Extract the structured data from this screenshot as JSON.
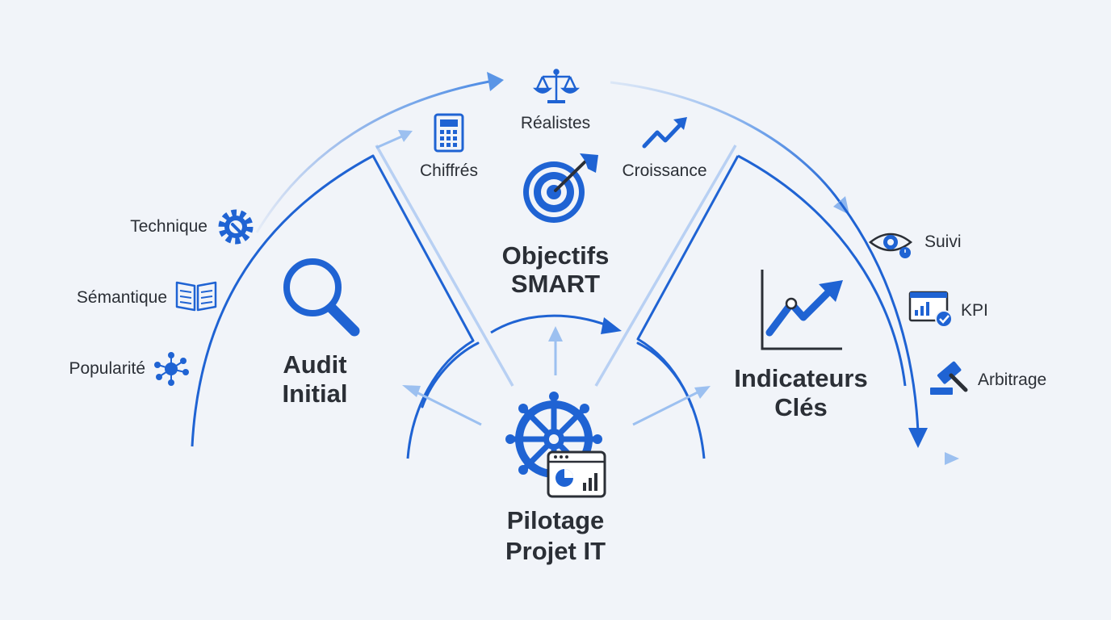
{
  "colors": {
    "background": "#f1f4f9",
    "primary_blue": "#1f63d3",
    "light_blue": "#9cc0f0",
    "text_dark": "#2b2f36"
  },
  "sections": {
    "audit": {
      "title_lines": [
        "Audit",
        "Initial"
      ],
      "icon": "magnifier-icon",
      "items": [
        {
          "label": "Technique",
          "icon": "gear-wrench-icon"
        },
        {
          "label": "Sémantique",
          "icon": "open-book-icon"
        },
        {
          "label": "Popularité",
          "icon": "network-nodes-icon"
        }
      ]
    },
    "objectifs": {
      "title_lines": [
        "Objectifs",
        "SMART"
      ],
      "icon": "target-arrow-icon",
      "items": [
        {
          "label": "Chiffrés",
          "icon": "calculator-icon"
        },
        {
          "label": "Réalistes",
          "icon": "balance-scale-icon"
        },
        {
          "label": "Croissance",
          "icon": "trend-up-icon"
        }
      ]
    },
    "indicateurs": {
      "title_lines": [
        "Indicateurs",
        "Clés"
      ],
      "icon": "line-chart-icon",
      "items": [
        {
          "label": "Suivi",
          "icon": "eye-icon"
        },
        {
          "label": "KPI",
          "icon": "dashboard-check-icon"
        },
        {
          "label": "Arbitrage",
          "icon": "gavel-icon"
        }
      ]
    },
    "pilotage": {
      "title_lines": [
        "Pilotage",
        "Projet IT"
      ],
      "icon": "ship-wheel-dashboard-icon"
    }
  }
}
